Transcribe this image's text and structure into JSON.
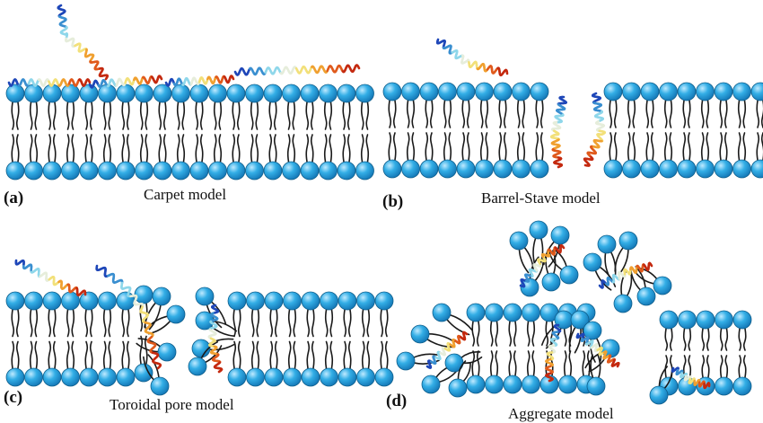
{
  "panels": [
    {
      "letter": "(a)",
      "title": "Carpet model"
    },
    {
      "letter": "(b)",
      "title": "Barrel-Stave model"
    },
    {
      "letter": "(c)",
      "title": "Toroidal pore model"
    },
    {
      "letter": "(d)",
      "title": "Aggregate model"
    }
  ],
  "colors": {
    "head_fill": "#29a6e0",
    "head_highlight": "#9fdcf7",
    "head_stroke": "#0f5f8c",
    "tail": "#1a1a1a",
    "helix": [
      "#1f47b8",
      "#3a8fd0",
      "#8fd7ea",
      "#e6eddb",
      "#f2e07a",
      "#f0a030",
      "#e05a1c",
      "#c42a10"
    ]
  }
}
